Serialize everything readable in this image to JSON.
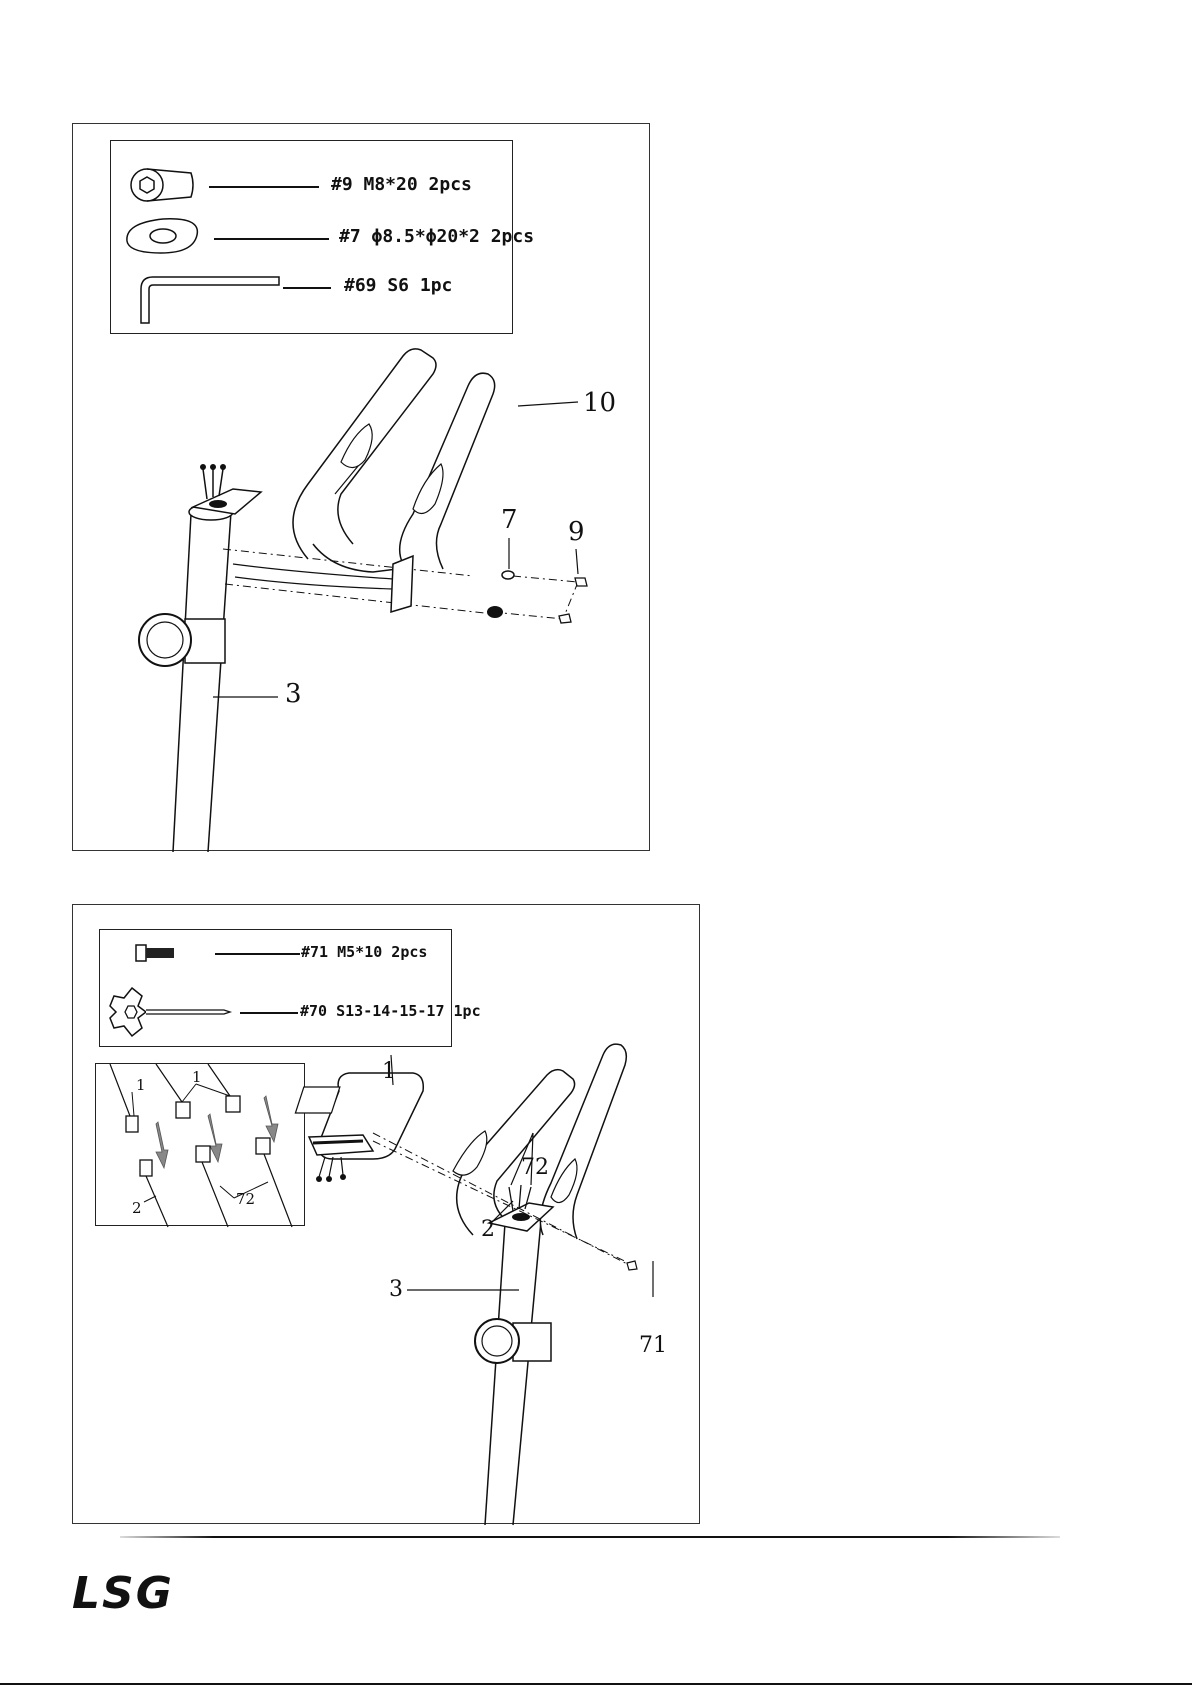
{
  "step1": {
    "hardware": [
      {
        "label": "#9 M8*20 2pcs"
      },
      {
        "label": "#7 ϕ8.5*ϕ20*2 2pcs"
      },
      {
        "label": "#69 S6 1pc"
      }
    ],
    "callouts": {
      "handlebar": "10",
      "washer": "7",
      "bolt": "9",
      "post": "3"
    }
  },
  "step2": {
    "hardware": [
      {
        "label": "#71 M5*10 2pcs"
      },
      {
        "label": "#70 S13-14-15-17 1pc"
      }
    ],
    "inset_callouts": {
      "computer_wire_a": "1",
      "computer_wire_b": "1",
      "sensor_wire": "2",
      "hand_pulse_wires": "72"
    },
    "callouts": {
      "console": "1",
      "hand_pulse": "72",
      "sensor": "2",
      "post": "3",
      "screw": "71"
    }
  },
  "footer": {
    "logo": "LSG"
  }
}
